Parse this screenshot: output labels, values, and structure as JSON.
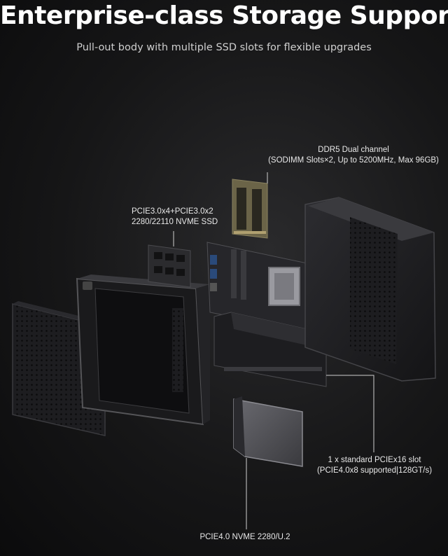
{
  "header": {
    "title": "Enterprise-class Storage Support",
    "subtitle": "Pull-out body with multiple SSD slots for flexible upgrades"
  },
  "callouts": {
    "ddr5": {
      "line1": "DDR5 Dual channel",
      "line2": "(SODIMM Slots×2, Up to 5200MHz, Max 96GB)"
    },
    "nvme_ssd": {
      "line1": "PCIE3.0x4+PCIE3.0x2",
      "line2": "2280/22110 NVME SSD"
    },
    "pcie_slot": {
      "line1": "1 x standard PCIEx16 slot",
      "line2": "(PCIE4.0x8 supported|128GT/s)"
    },
    "u2": {
      "line1": "PCIE4.0 NVME 2280/U.2"
    }
  },
  "colors": {
    "background": "#161617",
    "text": "#ffffff",
    "metal_dark": "#1c1c1e",
    "metal_edge": "#4a4a4e"
  }
}
